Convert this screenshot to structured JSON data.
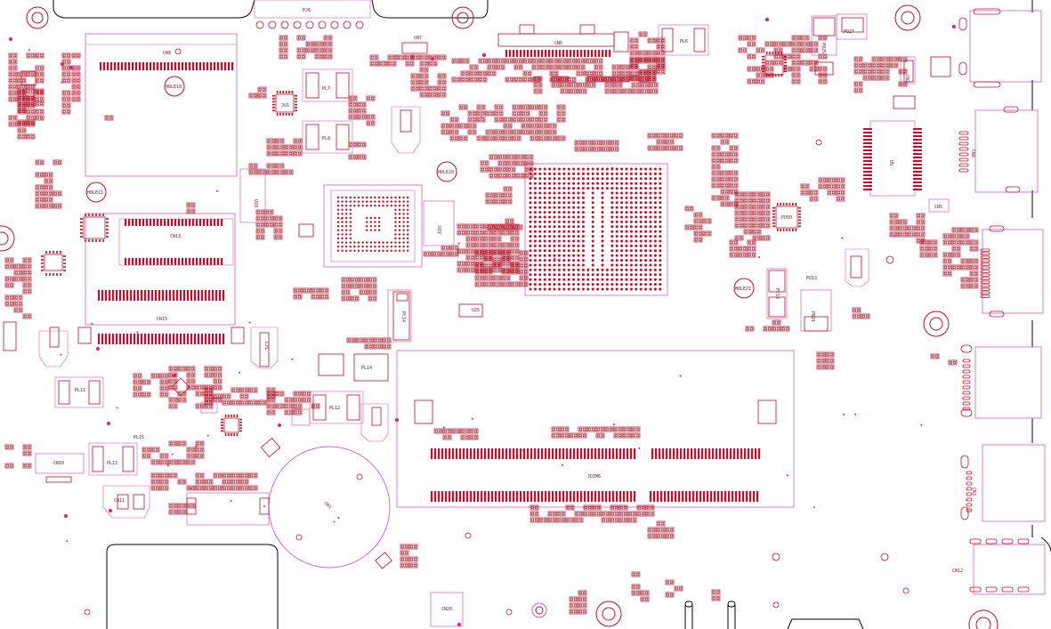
{
  "board": {
    "colors": {
      "outline": "#000000",
      "silkscreen": "#d060c0",
      "copper": "#c0102a",
      "via": "#e0207a"
    }
  },
  "labels": {
    "cn9": "CN9",
    "cn13": "CN13",
    "cn15": "CN15",
    "cn6": "CN6",
    "cn7": "CN7",
    "cn8": "CN8",
    "cn10": "CN10",
    "cn11": "CN11",
    "cn12": "CN12",
    "cn20": "CN20",
    "cn3": "CN3",
    "pj6": "PJ6",
    "pl6": "PL6",
    "pl7": "PL7",
    "pl8": "PL8",
    "pl11": "PL11",
    "pl12": "PL12",
    "pl13": "PL13",
    "pl14": "PL14",
    "pl15": "PL15",
    "pq27": "PQ27",
    "pq25": "PQ25",
    "pq13": "PQ13",
    "u25": "U25",
    "u22": "U22",
    "u10": "U10",
    "u5": "U5",
    "pu50": "PU50",
    "ju1": "JU1",
    "jdim6": "JDIM6",
    "hole10": "HOLE10",
    "hole11": "HOLE11",
    "hole20": "HOLE20",
    "hole21": "HOLE21",
    "pc14": "PC14",
    "pc12": "PC12",
    "pr21": "PR21",
    "l21": "L21",
    "cn1": "CN1",
    "cn2": "CN2",
    "cn5": "CN5"
  }
}
